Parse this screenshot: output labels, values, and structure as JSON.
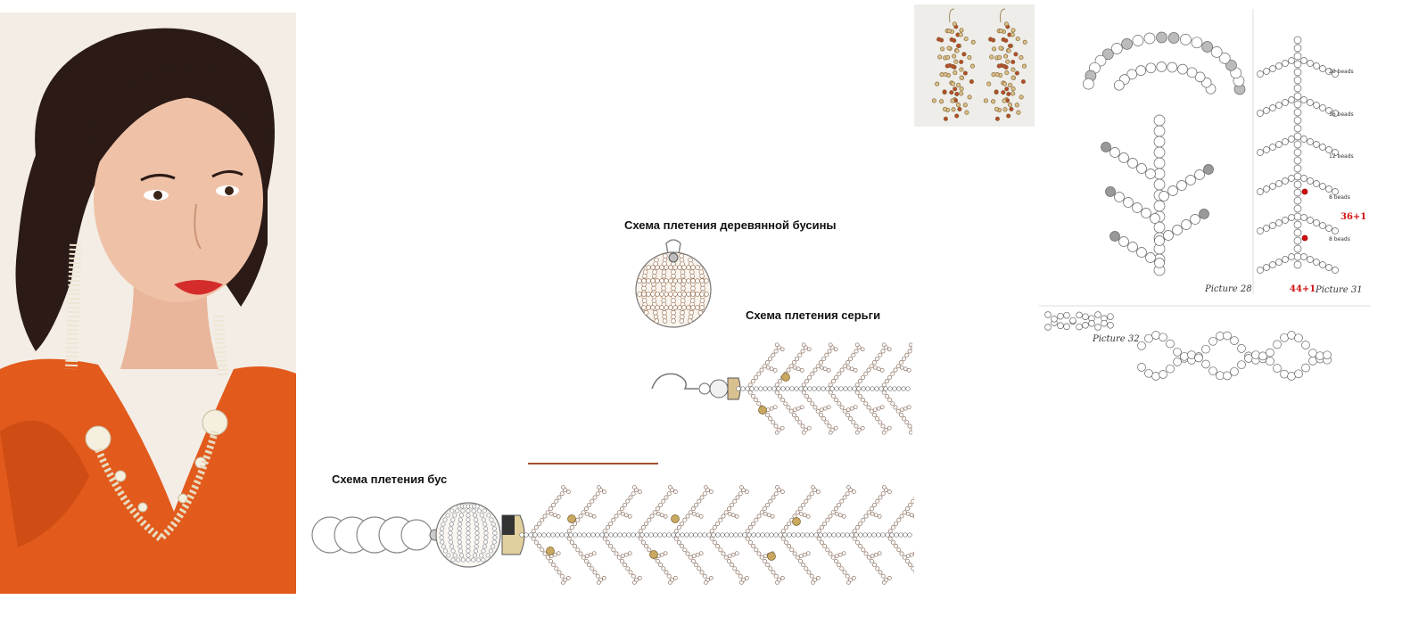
{
  "captions": {
    "wood_bead": "Схема плетения деревянной бусины",
    "earring": "Схема плетения серьги",
    "necklace": "Схема плетения бус"
  },
  "right_panel": {
    "picture_28": "Picture 28",
    "picture_31": "Picture 31",
    "picture_32": "Picture 32",
    "count_36": "36+1",
    "count_44": "44+1",
    "bead_labels": [
      "20 beads",
      "16 beads",
      "12 beads",
      "8 beads",
      "8 beads"
    ]
  },
  "colors": {
    "bead_outline": "#666666",
    "bead_fill": "#ffffff",
    "wood_bead_brown": "#a07a5c",
    "gold_bead": "#c9a860",
    "coral_bead": "#b07a60",
    "red_text": "#d01010",
    "sweater_orange": "#e25a1c",
    "accent_line": "#a05030"
  }
}
